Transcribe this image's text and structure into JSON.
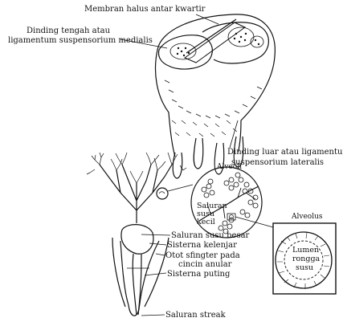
{
  "top_figure": {
    "label_membrane": "Membran halus antar kwartir",
    "label_median_line1": "Dinding tengah atau",
    "label_median_line2": "ligamentum suspensorium medialis",
    "label_lateral_line1": "Dinding luar atau ligamentum",
    "label_lateral_line2": "suspensorium lateralis"
  },
  "bottom_figure": {
    "alveoli_title": "Alveoli",
    "alveolus_title": "Alveolus",
    "label_small_duct_1": "Saluran",
    "label_small_duct_2": "susu",
    "label_small_duct_3": "kecil",
    "label_lumen_1": "Lumen",
    "label_lumen_2": "rongga",
    "label_lumen_3": "susu",
    "label_large_duct": "Saluran susu besar",
    "label_gland_cistern": "Sisterna kelenjar",
    "label_sphincter_1": "Otot sfingter pada",
    "label_sphincter_2": "cincin anular",
    "label_teat_cistern": "Sisterna puting",
    "label_streak_canal": "Saluran streak"
  },
  "colors": {
    "ink": "#111111",
    "background": "#ffffff"
  }
}
